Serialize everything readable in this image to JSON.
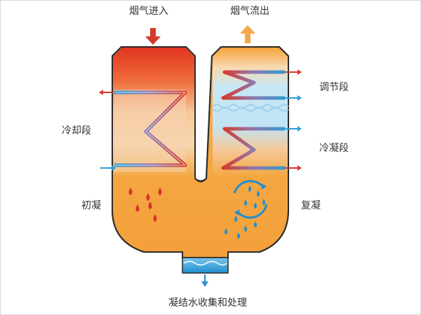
{
  "labels": {
    "flue_gas_in": "烟气进入",
    "flue_gas_out": "烟气流出",
    "regulating_section": "调节段",
    "condensing_section": "冷凝段",
    "cooling_section": "冷却段",
    "initial_condensation": "初凝",
    "re_condensation": "复凝",
    "condensate_collection": "凝结水收集和处理"
  },
  "colors": {
    "hot_red": "#e03a1e",
    "warm_orange": "#f4a53a",
    "cool_blue": "#bfe3f4",
    "pipe_blue": "#2f9bd6",
    "pipe_red": "#d83a2a",
    "arrow_red": "#d63a2b",
    "arrow_orange": "#f5a84b",
    "text": "#333333"
  },
  "icons": {
    "inlet": "down-arrow-icon",
    "outlet": "up-arrow-icon",
    "drain": "down-arrow-icon",
    "recycle": "circular-arrows-icon"
  }
}
